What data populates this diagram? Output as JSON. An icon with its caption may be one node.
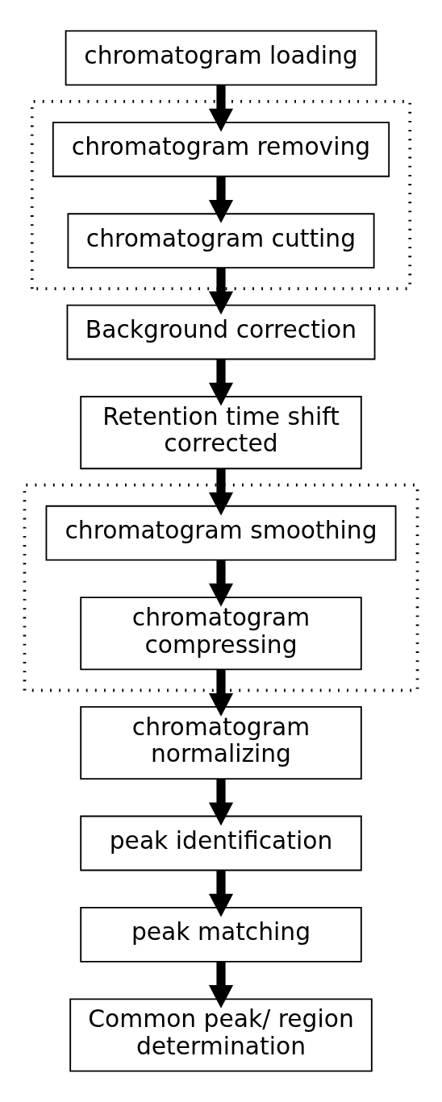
{
  "diagram": {
    "nodes": [
      {
        "text": [
          "chromatogram loading"
        ]
      },
      {
        "text": [],
        "shape": "box"
      },
      {
        "text": [
          "chromatogram removing"
        ],
        "in": 1
      },
      {
        "text": [
          "chromatogram cutting"
        ],
        "in": 1
      },
      {
        "text": [
          "Background correction"
        ]
      },
      {
        "text": [
          "Retention time shift corrected"
        ]
      },
      {
        "text": [],
        "shape": "box"
      },
      {
        "text": [
          "chromatogram smoothing"
        ],
        "in": 6
      },
      {
        "text": [
          "chromatogram compressing"
        ],
        "in": 6
      },
      {
        "text": [
          "chromatogram normalizing"
        ]
      },
      {
        "text": [
          "peak identification"
        ]
      },
      {
        "text": [
          "peak matching"
        ]
      },
      {
        "text": [
          "Common peak/ region determination"
        ]
      }
    ],
    "edges": [
      {
        "from": 0,
        "to": 2,
        "arrow": "to"
      },
      {
        "from": 2,
        "to": 3,
        "arrow": "to"
      },
      {
        "from": 3,
        "to": 4,
        "arrow": "to"
      },
      {
        "from": 4,
        "to": 5,
        "arrow": "to"
      },
      {
        "from": 5,
        "to": 7,
        "arrow": "to"
      },
      {
        "from": 7,
        "to": 8,
        "arrow": "to"
      },
      {
        "from": 8,
        "to": 9,
        "arrow": "to"
      },
      {
        "from": 9,
        "to": 10,
        "arrow": "to"
      },
      {
        "from": 10,
        "to": 11,
        "arrow": "to"
      },
      {
        "from": 11,
        "to": 12,
        "arrow": "to"
      }
    ]
  }
}
